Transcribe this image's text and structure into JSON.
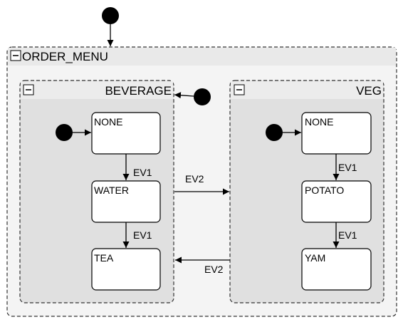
{
  "root": {
    "title": "ORDER_MENU",
    "collapse_symbol": "−"
  },
  "regions": {
    "beverage": {
      "title": "BEVERAGE",
      "states": {
        "s1": "NONE",
        "s2": "WATER",
        "s3": "TEA"
      },
      "transitions": {
        "t1": "EV1",
        "t2": "EV1"
      }
    },
    "veg": {
      "title": "VEG",
      "states": {
        "s1": "NONE",
        "s2": "POTATO",
        "s3": "YAM"
      },
      "transitions": {
        "t1": "EV1",
        "t2": "EV1"
      }
    }
  },
  "cross_transitions": {
    "to_veg": "EV2",
    "to_beverage": "EV2"
  },
  "colors": {
    "outer_fill": "#f4f4f4",
    "outer_header": "#e9e9e9",
    "region_fill": "#e0e0e0",
    "region_header": "#ececec",
    "state_fill": "#ffffff",
    "stroke": "#000000",
    "dash": "#333333"
  }
}
